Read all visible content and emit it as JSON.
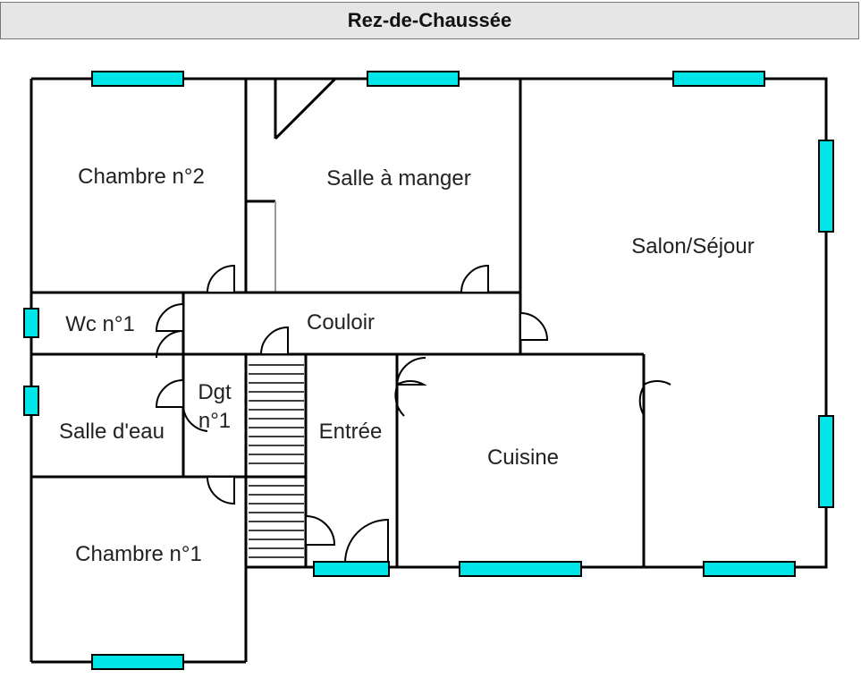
{
  "header": {
    "title": "Rez-de-Chaussée"
  },
  "colors": {
    "window": "#00e5e8",
    "wall": "#000000",
    "header_bg": "#e6e6e6"
  },
  "rooms": {
    "chambre2": "Chambre n°2",
    "salle_manger": "Salle à manger",
    "salon": "Salon/Séjour",
    "wc": "Wc n°1",
    "couloir": "Couloir",
    "dgt_line1": "Dgt",
    "dgt_line2": "n°1",
    "salle_eau": "Salle d'eau",
    "entree": "Entrée",
    "cuisine": "Cuisine",
    "chambre1": "Chambre n°1"
  }
}
